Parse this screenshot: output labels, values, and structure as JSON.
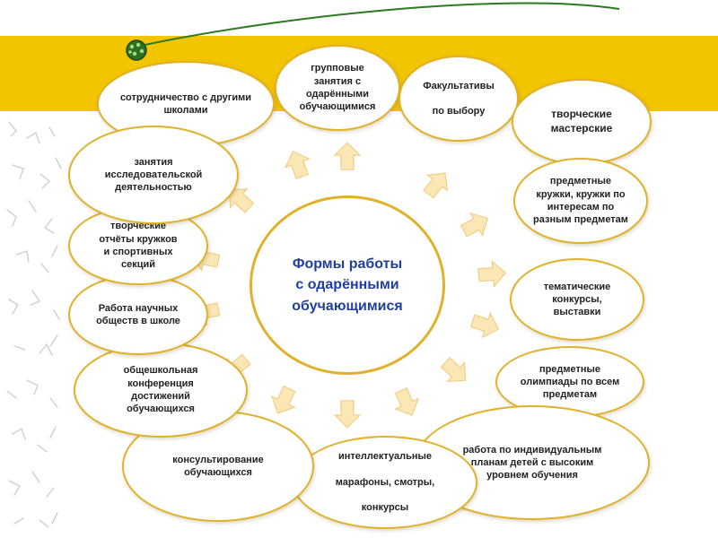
{
  "diagram": {
    "center": {
      "line1": "Формы работы",
      "line2": "с одарёнными\nобучающимися"
    },
    "nodes": [
      {
        "id": "cooperation",
        "text": "сотрудничество с другими\nшколами"
      },
      {
        "id": "group",
        "text": "групповые\nзанятия с\nодарёнными\nобучающимися"
      },
      {
        "id": "electives",
        "text": "Факультативы\n\nпо выбору"
      },
      {
        "id": "workshops",
        "text": "творческие\nмастерские"
      },
      {
        "id": "clubs",
        "text": "предметные\nкружки, кружки по\nинтересам по\nразным предметам"
      },
      {
        "id": "contests",
        "text": "тематические\nконкурсы,\nвыставки"
      },
      {
        "id": "olympiads",
        "text": "предметные\nолимпиады по всем\nпредметам"
      },
      {
        "id": "individual",
        "text": "работа по индивидуальным\nпланам детей с высоким\nуровнем обучения"
      },
      {
        "id": "marathons",
        "text": "интеллектуальные\n\nмарафоны, смотры,\n\nконкурсы"
      },
      {
        "id": "consulting",
        "text": "консультирование\nобучающихся"
      },
      {
        "id": "conference",
        "text": "общешкольная\nконференция\nдостижений\nобучающихся"
      },
      {
        "id": "societies",
        "text": "Работа научных\nобществ в школе"
      },
      {
        "id": "reports",
        "text": "творческие\nотчёты кружков\nи спортивных\nсекций"
      },
      {
        "id": "research",
        "text": "занятия\nисследовательской\nдеятельностью"
      }
    ]
  },
  "colors": {
    "band": "#f3c400",
    "node_border": "#e0b12a",
    "arrow_fill": "#fbe7b5",
    "arrow_stroke": "#f0cf86",
    "center_text": "#1f3f9e",
    "curve": "#2b7a1f"
  }
}
